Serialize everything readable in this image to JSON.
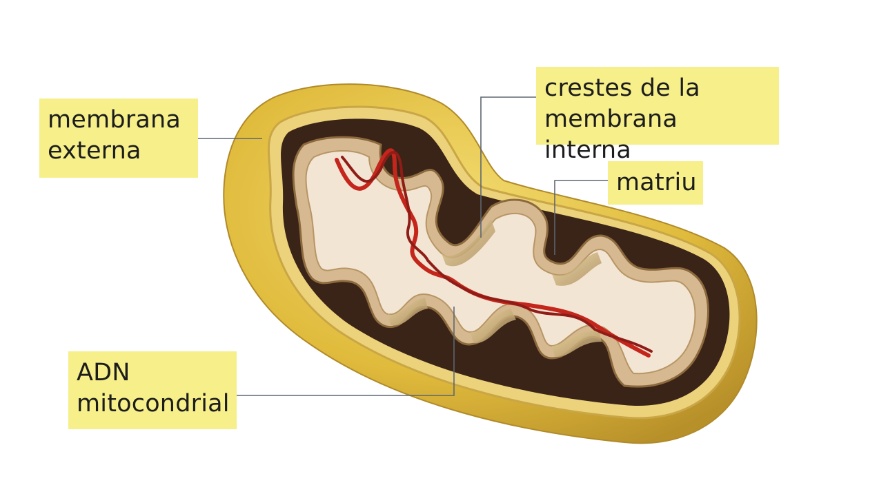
{
  "labels": {
    "outer_membrane": "membrana\nexterna",
    "cristae": "crestes de la\nmembrana interna",
    "matrix": "matriu",
    "mtdna": "ADN\nmitocondrial"
  },
  "colors": {
    "label_background": "#f6ef8a",
    "outer_membrane": "#e2be3f",
    "inner_shadow": "#3a2418",
    "inner_membrane": "#d6b991",
    "matrix": "#f3e5d3",
    "dna": "#c4261c",
    "leader_line": "#5d6670"
  }
}
